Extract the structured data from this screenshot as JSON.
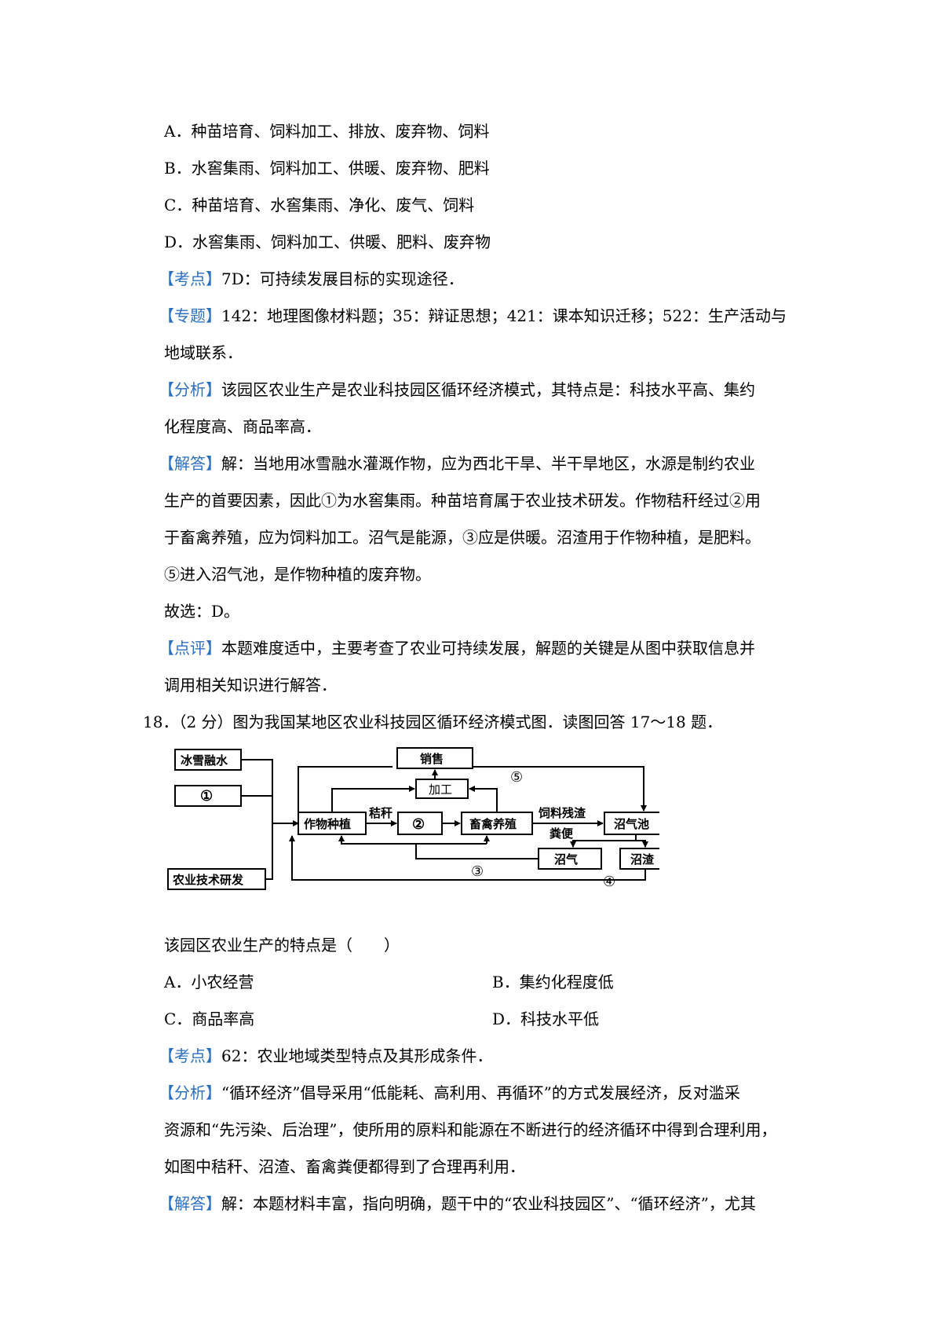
{
  "q17_options": [
    {
      "label": "A．",
      "text": "种苗培育、饲料加工、排放、废弃物、饲料"
    },
    {
      "label": "B．",
      "text": "水窖集雨、饲料加工、供暖、废弃物、肥料"
    },
    {
      "label": "C．",
      "text": "种苗培育、水窖集雨、净化、废气、饲料"
    },
    {
      "label": "D．",
      "text": "水窖集雨、饲料加工、供暖、肥料、废弃物"
    }
  ],
  "q17": {
    "kaodian_tag": "【考点】",
    "kaodian_text": "7D：可持续发展目标的实现途径．",
    "zhuanti_tag": "【专题】",
    "zhuanti_line1": "142：地理图像材料题；35：辩证思想；421：课本知识迁移；522：生产活动与",
    "zhuanti_line2": "地域联系．",
    "fenxi_tag": "【分析】",
    "fenxi_line1": "该园区农业生产是农业科技园区循环经济模式，其特点是：科技水平高、集约",
    "fenxi_line2": "化程度高、商品率高．",
    "jieda_tag": "【解答】",
    "jieda_line1": "解：当地用冰雪融水灌溉作物，应为西北干旱、半干旱地区，水源是制约农业",
    "jieda_line2": "生产的首要因素，因此①为水窖集雨。种苗培育属于农业技术研发。作物秸秆经过②用",
    "jieda_line3": "于畜禽养殖，应为饲料加工。沼气是能源，③应是供暖。沼渣用于作物种植，是肥料。",
    "jieda_line4": "⑤进入沼气池，是作物种植的废弃物。",
    "guxuan": "故选：D。",
    "dianping_tag": "【点评】",
    "dianping_line1": "本题难度适中，主要考查了农业可持续发展，解题的关键是从图中获取信息并",
    "dianping_line2": "调用相关知识进行解答．"
  },
  "q18": {
    "header": "18．（2 分）图为我国某地区农业科技园区循环经济模式图．读图回答 17～18 题．",
    "question": "该园区农业生产的特点是（　　）",
    "options": [
      {
        "label": "A．",
        "text": "小农经营"
      },
      {
        "label": "B．",
        "text": "集约化程度低"
      },
      {
        "label": "C．",
        "text": "商品率高"
      },
      {
        "label": "D．",
        "text": "科技水平低"
      }
    ],
    "kaodian_tag": "【考点】",
    "kaodian_text": "62：农业地域类型特点及其形成条件．",
    "fenxi_tag": "【分析】",
    "fenxi_line1": "“循环经济”倡导采用“低能耗、高利用、再循环”的方式发展经济，反对滥采",
    "fenxi_line2": "资源和“先污染、后治理”，使所用的原料和能源在不断进行的经济循环中得到合理利用，",
    "fenxi_line3": "如图中秸秆、沼渣、畜禽粪便都得到了合理再利用．",
    "jieda_tag": "【解答】",
    "jieda_line1": "解：本题材料丰富，指向明确，题干中的“农业科技园区”、“循环经济”，尤其"
  },
  "diagram": {
    "bingxue": "冰雪融水",
    "box1": "①",
    "nongye_jishu": "农业技术研发",
    "zuowu": "作物种植",
    "jiegan": "秸秆",
    "box2": "②",
    "xuqin": "畜禽养殖",
    "jiagong": "加工",
    "xiaoshou": "销售",
    "circle5": "⑤",
    "siliao": "饲料残渣",
    "fenbian": "粪便",
    "zhaoqichi": "沼气池",
    "zhaoqi": "沼气",
    "zhaozha": "沼渣",
    "circle3": "③",
    "circle4": "④"
  }
}
